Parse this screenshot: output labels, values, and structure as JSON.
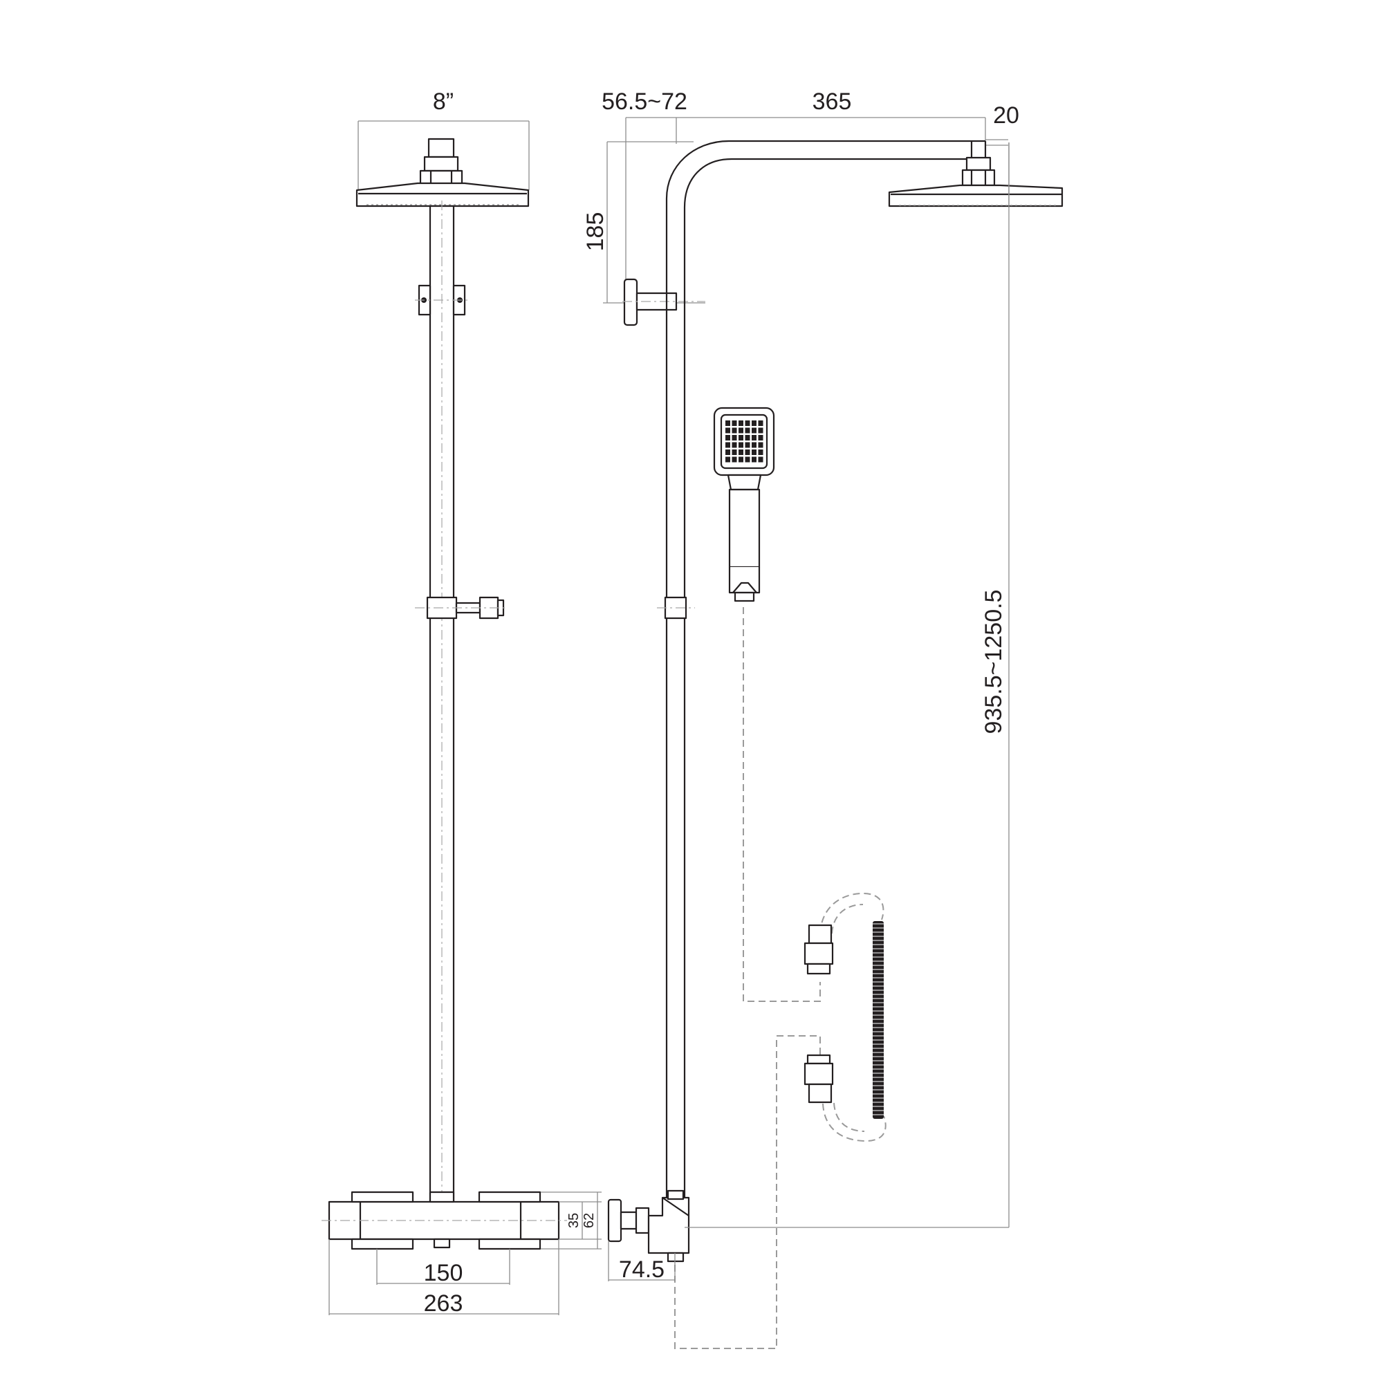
{
  "dimensions": {
    "head_diameter": "8”",
    "wall_offset": "56.5~72",
    "arm_length": "365",
    "head_drop": "20",
    "arm_height": "185",
    "total_height": "935.5~1250.5",
    "valve_height_inner": "35",
    "valve_height_outer": "62",
    "inlet_spacing": "150",
    "valve_width": "263",
    "valve_depth": "74.5"
  },
  "colors": {
    "line": "#231f20",
    "dimension_line": "#8c8c8c",
    "hose_path": "#9a9a9a",
    "background": "#ffffff"
  }
}
